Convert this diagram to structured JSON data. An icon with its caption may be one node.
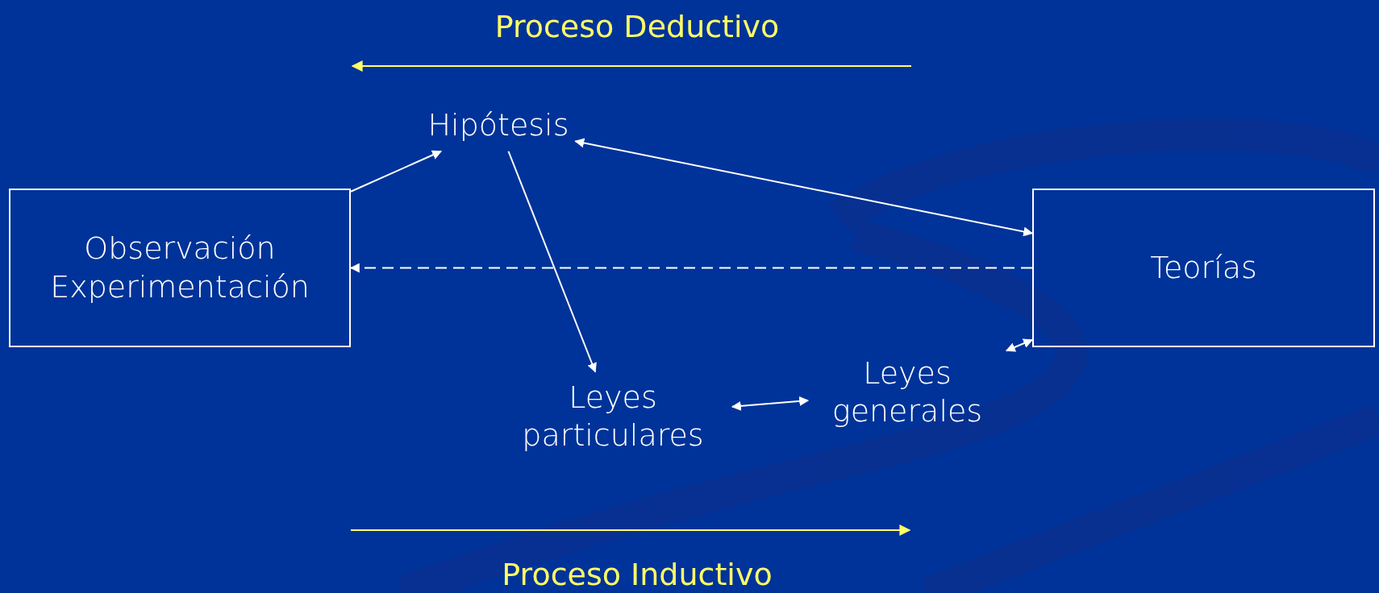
{
  "diagram": {
    "nodes": [
      {
        "text": [
          "Observación Experimentación"
        ]
      },
      {
        "text": [
          "Hipótesis"
        ]
      },
      {
        "text": [
          "Teorías"
        ]
      },
      {
        "text": [
          "Leyes particulares"
        ]
      },
      {
        "text": [
          "Leyes generales"
        ]
      }
    ],
    "edges": [
      {
        "from": 0,
        "to": 1,
        "arrow": "to"
      },
      {
        "from": 1,
        "to": 3,
        "arrow": "to"
      },
      {
        "from": 1,
        "to": 2,
        "arrow": "both"
      },
      {
        "from": 2,
        "to": 0,
        "arrow": "to",
        "style": "dashed"
      },
      {
        "from": 4,
        "to": 2,
        "arrow": "both"
      },
      {
        "from": 3,
        "to": 4,
        "arrow": "both"
      }
    ],
    "labels": [
      "Proceso Deductivo",
      "Proceso Inductivo"
    ]
  }
}
